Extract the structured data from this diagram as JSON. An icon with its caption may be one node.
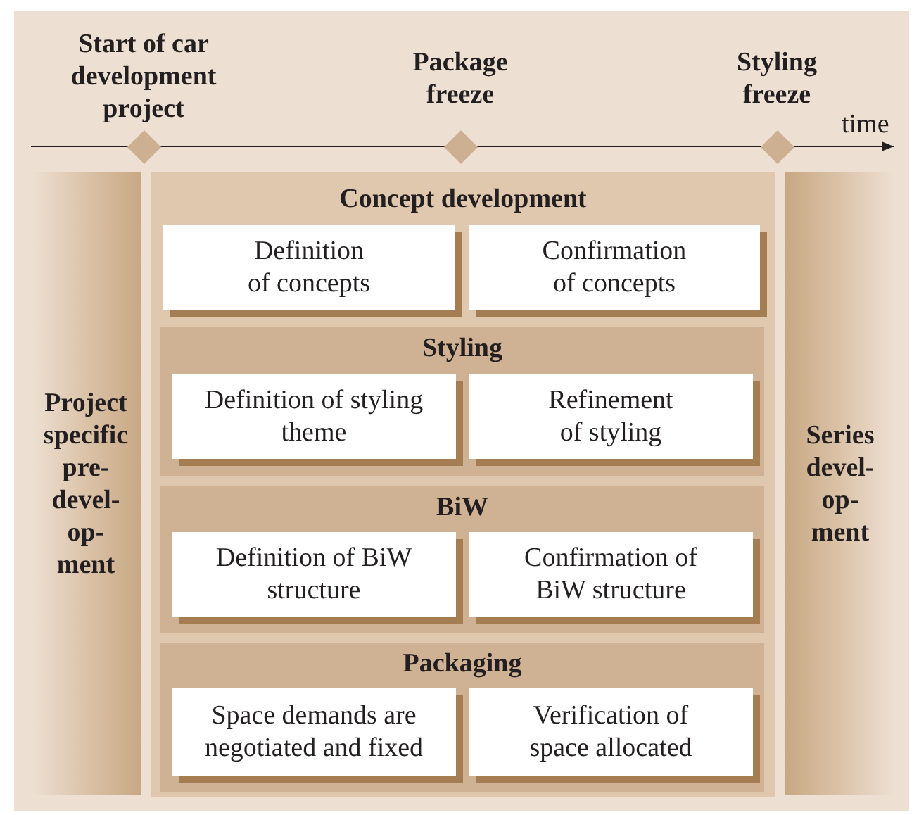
{
  "diagram": {
    "nodes": [
      {
        "text": [
          "Start of car development project"
        ]
      },
      {
        "text": [
          "Package freeze"
        ]
      },
      {
        "text": [
          "Styling freeze"
        ]
      },
      {
        "text": [
          "Project specific pre- devel- op- ment"
        ]
      },
      {
        "text": [
          "Concept development"
        ]
      },
      {
        "text": [
          "Definition of concepts"
        ],
        "in": 4
      },
      {
        "text": [
          "Confirmation of concepts"
        ],
        "in": 4
      },
      {
        "text": [
          "Styling"
        ],
        "in": 4
      },
      {
        "text": [
          "Definition of styling theme"
        ],
        "in": 7
      },
      {
        "text": [
          "Refinement of styling"
        ],
        "in": 7
      },
      {
        "text": [
          "BiW"
        ],
        "in": 4
      },
      {
        "text": [
          "Definition of BiW structure"
        ],
        "in": 10
      },
      {
        "text": [
          "Confirmation of BiW structure"
        ],
        "in": 10
      },
      {
        "text": [
          "Packaging"
        ],
        "in": 4
      },
      {
        "text": [
          "Space demands are negotiated and fixed"
        ],
        "in": 13
      },
      {
        "text": [
          "Verification of space allocated"
        ],
        "in": 13
      },
      {
        "text": [
          "Series devel- op- ment"
        ]
      }
    ],
    "edges": [],
    "labels": [
      "time"
    ]
  }
}
